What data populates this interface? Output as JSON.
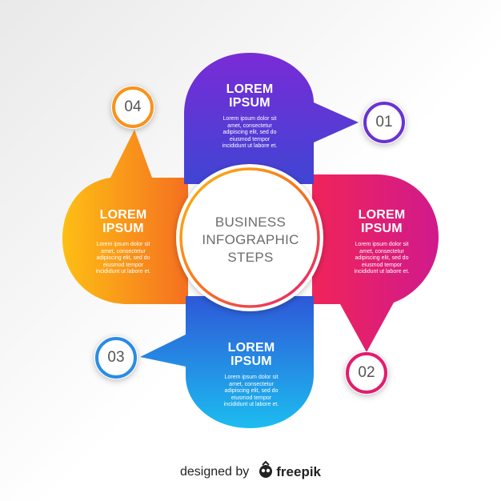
{
  "center": {
    "lines": [
      "BUSINESS",
      "INFOGRAPHIC",
      "STEPS"
    ]
  },
  "steps": [
    {
      "number": "01",
      "title_line1": "LOREM",
      "title_line2": "IPSUM",
      "body": [
        "Lorem ipsum dolor sit",
        "amet, consectetur",
        "adipiscing elit, sed do",
        "eiusmod tempor",
        "incididunt ut labore et."
      ],
      "color_start": "#4a3fd0",
      "color_end": "#7a2bd6"
    },
    {
      "number": "02",
      "title_line1": "LOREM",
      "title_line2": "IPSUM",
      "body": [
        "Lorem ipsum dolor sit",
        "amet, consectetur",
        "adipiscing elit, sed do",
        "eiusmod tempor",
        "incididunt ut labore et."
      ],
      "color_start": "#ee1f5c",
      "color_end": "#d81a8a"
    },
    {
      "number": "03",
      "title_line1": "LOREM",
      "title_line2": "IPSUM",
      "body": [
        "Lorem ipsum dolor sit",
        "amet, consectetur",
        "adipiscing elit, sed do",
        "eiusmod tempor",
        "incididunt ut labore et."
      ],
      "color_start": "#2a5fd8",
      "color_end": "#1fb6ee"
    },
    {
      "number": "04",
      "title_line1": "LOREM",
      "title_line2": "IPSUM",
      "body": [
        "Lorem ipsum dolor sit",
        "amet, consectetur",
        "adipiscing elit, sed do",
        "eiusmod tempor",
        "incididunt ut labore et."
      ],
      "color_start": "#fdb913",
      "color_end": "#f7741e"
    }
  ],
  "credit": {
    "prefix": "designed by",
    "brand": "freepik"
  }
}
